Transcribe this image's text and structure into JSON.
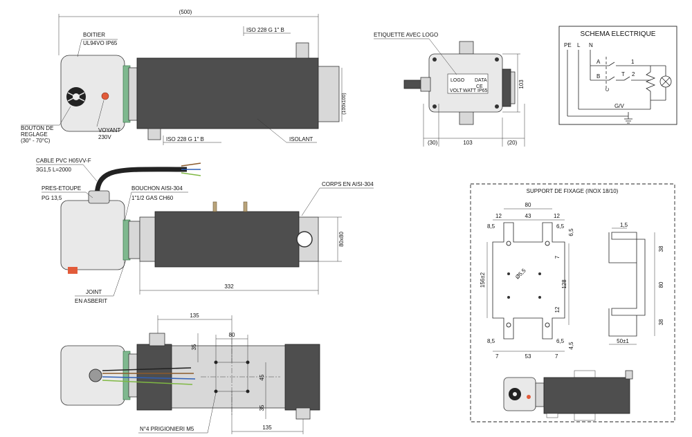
{
  "top_view": {
    "length_dim": "(500)",
    "boitier_label": "BOITIER",
    "boitier_spec": "UL94VO  IP65",
    "iso_top": "ISO 228 G 1\" B",
    "iso_bottom": "ISO 228 G 1\" B",
    "height_dim": "(100x100)",
    "bouton_label_1": "BOUTON DE",
    "bouton_label_2": "REGLAGE",
    "bouton_label_3": "(30° - 70°C)",
    "voyant_label": "VOYANT",
    "voyant_voltage": "230V",
    "isolant_label": "ISOLANT"
  },
  "end_view": {
    "etiquette_label": "ETIQUETTE AVEC LOGO",
    "plate_logo": "LOGO",
    "plate_data": "DATA",
    "plate_ce": "CE",
    "plate_volt": "VOLT",
    "plate_watt": "WATT",
    "plate_ip": "IP65",
    "dim_103_v": "103",
    "dim_30": "(30)",
    "dim_103_h": "103",
    "dim_20": "(20)"
  },
  "schema": {
    "title": "SCHEMA ELECTRIQUE",
    "pe": "PE",
    "l": "L",
    "n": "N",
    "a": "A",
    "b": "B",
    "c": "C",
    "t": "T",
    "one": "1",
    "two": "2",
    "gv": "G/V"
  },
  "middle_view": {
    "cable_label": "CABLE PVC H05VV-F",
    "cable_spec": "3G1,5 L=2000",
    "presse_label": "PRES-ETOUPE",
    "presse_spec": "PG 13,5",
    "bouchon_label": "BOUCHON AISI-304",
    "bouchon_spec": "1\"1/2 GAS CH60",
    "corps_label": "CORPS EN AISI-304",
    "section_dim": "80x80",
    "length_dim": "332",
    "joint_label_1": "JOINT",
    "joint_label_2": "EN ASBERIT"
  },
  "bottom_view": {
    "dim_135_top": "135",
    "dim_80": "80",
    "dim_35_top": "35",
    "dim_45": "45",
    "dim_35_bottom": "35",
    "dim_135_bottom": "135",
    "prisoners_label": "N°4 PRIGIONIERI M5"
  },
  "support": {
    "title": "SUPPORT DE FIXAGE (INOX 18/10)",
    "dim_80": "80",
    "dim_12_l": "12",
    "dim_43": "43",
    "dim_12_r": "12",
    "dim_85_l": "8,5",
    "dim_65_r": "6,5",
    "dim_65_v": "6,5",
    "dim_7_v": "7",
    "dim_156": "156±2",
    "dim_phi": "Ø5,5",
    "dim_128": "128",
    "dim_12_v": "12",
    "dim_85_bl": "8,5",
    "dim_65_br": "6,5",
    "dim_45_v": "4,5",
    "dim_7_bl": "7",
    "dim_53": "53",
    "dim_7_br": "7",
    "dim_15": "1,5",
    "dim_38_top": "38",
    "dim_80_side": "80",
    "dim_38_bot": "38",
    "dim_50": "50±1"
  }
}
